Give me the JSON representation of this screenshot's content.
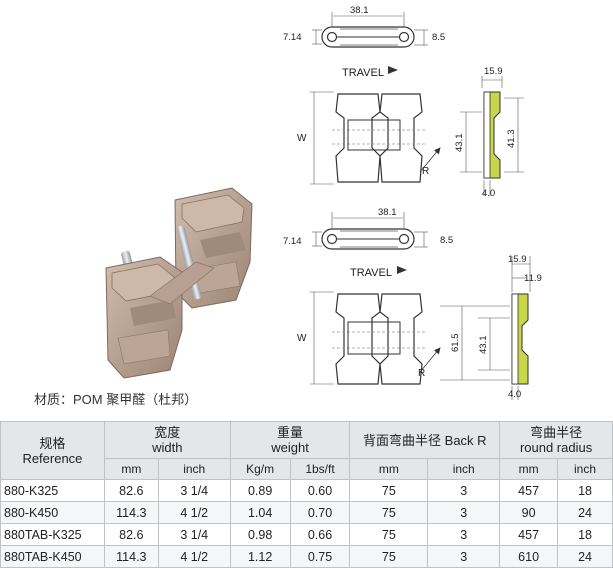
{
  "diagram": {
    "top": {
      "pitch": "38.1",
      "left_dim": "7.14",
      "right_dim": "8.5",
      "travel": "TRAVEL",
      "width_label": "W",
      "radius_label": "R",
      "section_top": "15.9",
      "section_h1": "43.1",
      "section_h2": "41.3",
      "section_bottom": "4.0"
    },
    "bottom": {
      "pitch": "38.1",
      "left_dim": "7.14",
      "right_dim": "8.5",
      "travel": "TRAVEL",
      "width_label": "W",
      "radius_label": "R",
      "section_top1": "15.9",
      "section_top2": "11.9",
      "section_h1": "61.5",
      "section_h2": "43.1",
      "section_bottom": "4.0"
    }
  },
  "material": "材质：POM 聚甲醛（杜邦）",
  "table": {
    "headers": {
      "reference_cn": "规格",
      "reference_en": "Reference",
      "width_cn": "宽度",
      "width_en": "width",
      "weight_cn": "重量",
      "weight_en": "weight",
      "back_radius": "背面弯曲半径 Back R",
      "round_cn": "弯曲半径",
      "round_en": "round radius"
    },
    "units": [
      "mm",
      "inch",
      "Kg/m",
      "1bs/ft",
      "mm",
      "inch",
      "mm",
      "inch"
    ],
    "rows": [
      [
        "880-K325",
        "82.6",
        "3 1/4",
        "0.89",
        "0.60",
        "75",
        "3",
        "457",
        "18"
      ],
      [
        "880-K450",
        "114.3",
        "4 1/2",
        "1.04",
        "0.70",
        "75",
        "3",
        "90",
        "24"
      ],
      [
        "880TAB-K325",
        "82.6",
        "3 1/4",
        "0.98",
        "0.66",
        "75",
        "3",
        "457",
        "18"
      ],
      [
        "880TAB-K450",
        "114.3",
        "4 1/2",
        "1.12",
        "0.75",
        "75",
        "3",
        "610",
        "24"
      ]
    ]
  },
  "colors": {
    "chain_body": "#b9a293",
    "chain_shadow": "#8a7466",
    "pin": "#cfd3d6",
    "section_fill": "#c8d64a",
    "header_bg": "#e4e6e8"
  }
}
